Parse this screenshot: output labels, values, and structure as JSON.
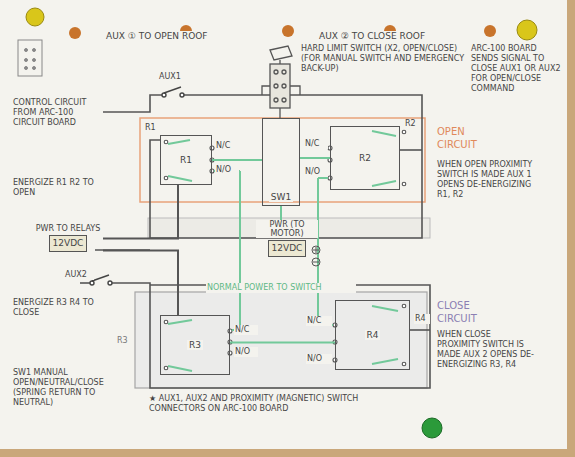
{
  "diagram": {
    "nodes": [
      {
        "text": [
          "R1"
        ]
      },
      {
        "text": [
          "R2"
        ]
      },
      {
        "text": [
          "SW1"
        ]
      },
      {
        "text": [
          "PWR TO RELAYS",
          "12VDC"
        ]
      },
      {
        "text": [
          "PWR (TO MOTOR)",
          "12VDC"
        ]
      },
      {
        "text": [
          "R3"
        ]
      },
      {
        "text": [
          "R4"
        ]
      }
    ],
    "edges": [
      {
        "from": 0,
        "to": 2,
        "arrow": "none"
      },
      {
        "from": 2,
        "to": 1,
        "arrow": "none"
      },
      {
        "from": 4,
        "to": 2,
        "arrow": "none"
      },
      {
        "from": 3,
        "to": 0,
        "arrow": "none"
      },
      {
        "from": 3,
        "to": 5,
        "arrow": "none"
      },
      {
        "from": 5,
        "to": 6,
        "arrow": "none"
      }
    ],
    "labels": [
      "AUX ① TO OPEN ROOF",
      "AUX ② TO CLOSE ROOF",
      "HARD LIMIT SWITCH (X2, OPEN/CLOSE) (FOR MANUAL SWITCH AND EMERGENCY BACK-UP)",
      "ARC-100 BOARD SENDS SIGNAL TO CLOSE AUX1 OR AUX2 FOR OPEN/CLOSE COMMAND",
      "AUX1",
      "CONTROL CIRCUIT FROM ARC-100 CIRCUIT BOARD",
      "R1",
      "R2",
      "N/C",
      "N/O",
      "N/C",
      "N/O",
      "ENERGIZE R1 R2 TO OPEN",
      "OPEN CIRCUIT",
      "WHEN OPEN PROXIMITY SWITCH IS MADE AUX 1 OPENS DE-ENERGIZING R1, R2",
      "NORMAL POWER TO SWITCH",
      "AUX2",
      "ENERGIZE R3 R4 TO CLOSE",
      "R3",
      "N/C",
      "N/O",
      "N/C",
      "N/O",
      "R4",
      "CLOSE CIRCUIT",
      "WHEN CLOSE PROXIMITY SWITCH IS MADE AUX 2 OPENS DE-ENERGIZING R3, R4",
      "SW1 MANUAL OPEN/NEUTRAL/CLOSE (SPRING RETURN TO NEUTRAL)",
      "★ AUX1, AUX2 AND PROXIMITY (MAGNETIC) SWITCH CONNECTORS ON ARC-100 BOARD"
    ]
  }
}
